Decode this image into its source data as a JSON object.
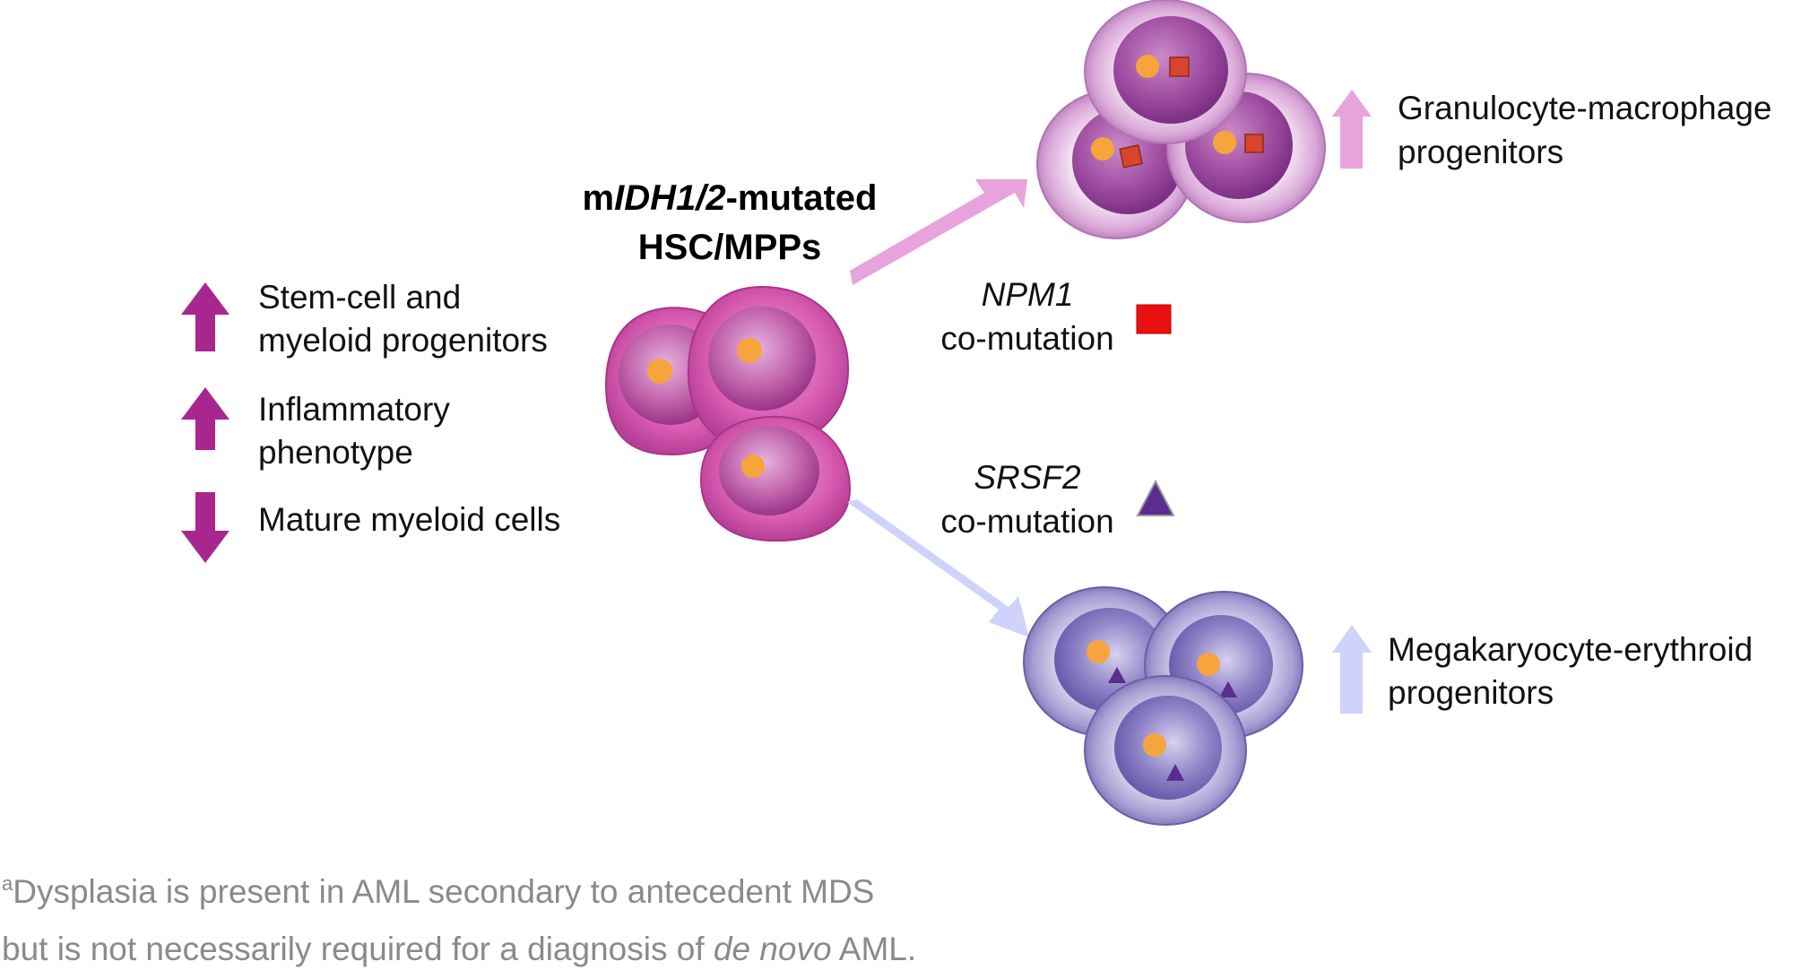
{
  "title": {
    "line1_prefix": "m",
    "line1_gene": "IDH1/2",
    "line1_suffix": "-mutated",
    "line2": "HSC/MPPs"
  },
  "effects": [
    {
      "direction": "up",
      "lines": [
        "Stem-cell and",
        "myeloid progenitors"
      ]
    },
    {
      "direction": "up",
      "lines": [
        "Inflammatory",
        "phenotype"
      ]
    },
    {
      "direction": "down",
      "lines": [
        "Mature myeloid cells"
      ]
    }
  ],
  "comutations": {
    "npm1": {
      "gene": "NPM1",
      "label": "co-mutation",
      "marker": "red-square-icon"
    },
    "srsf2": {
      "gene": "SRSF2",
      "label": "co-mutation",
      "marker": "purple-triangle-icon"
    }
  },
  "outcomes": {
    "gmp": {
      "direction": "up",
      "lines": [
        "Granulocyte-macrophage",
        "progenitors"
      ]
    },
    "mep": {
      "direction": "up",
      "lines": [
        "Megakaryocyte-erythroid",
        "progenitors"
      ]
    }
  },
  "footnote": {
    "superscript": "a",
    "line1": "Dysplasia is present in AML secondary to antecedent MDS",
    "line2_prefix": "but is not necessarily required for a diagnosis of ",
    "line2_italic": "de novo",
    "line2_suffix": " AML."
  },
  "colors": {
    "effect_arrow": "#a8278f",
    "pink_arrow": "#e6a3dc",
    "lavender_arrow": "#cfd2fa",
    "hsc_cell": "#c9489f",
    "gmp_cell": "#a04ea8",
    "mep_cell": "#6d5ab0",
    "nucleolus": "#f6a53c",
    "npm1_square": "#e81010",
    "srsf2_triangle": "#5b2d8e"
  }
}
